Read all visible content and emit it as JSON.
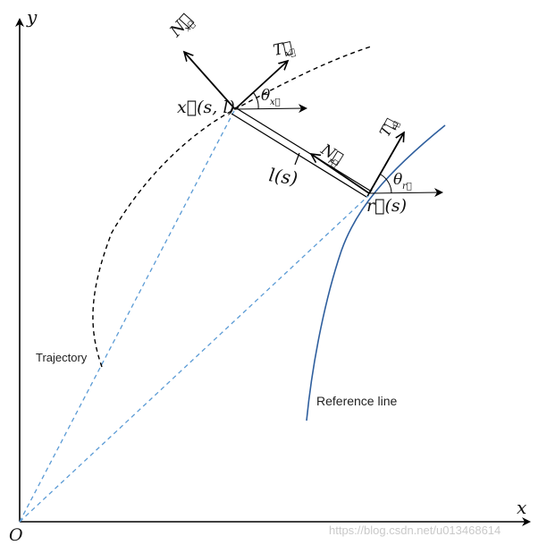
{
  "axes": {
    "x_label": "x",
    "y_label": "y",
    "origin_label": "O"
  },
  "curves": {
    "trajectory_label": "Trajectory",
    "reference_line_label": "Reference line"
  },
  "points": {
    "x_point_label": "x⃗(s, l)",
    "r_point_label": "r⃗(s)"
  },
  "vectors": {
    "N_x": "N⃗",
    "N_x_sub": "x⃗",
    "T_x": "T⃗",
    "T_x_sub": "x⃗",
    "N_r": "N⃗",
    "N_r_sub": "r⃗",
    "T_r": "T⃗",
    "T_r_sub": "r⃗"
  },
  "angles": {
    "theta_x": "θ",
    "theta_x_sub": "x⃗",
    "theta_r": "θ",
    "theta_r_sub": "r⃗"
  },
  "distance": {
    "l_label": "l(s)"
  },
  "watermark": "https://blog.csdn.net/u013468614",
  "colors": {
    "reference_line": "#2f5f9e",
    "projection": "#5b9bd5",
    "ink": "#000000"
  }
}
